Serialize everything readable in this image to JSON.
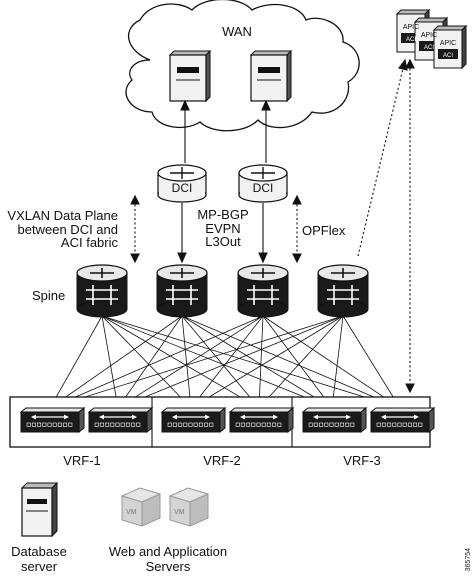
{
  "wan": {
    "label": "WAN"
  },
  "dci": {
    "router_label": "DCI"
  },
  "labels": {
    "vxlan": "VXLAN Data Plane\nbetween DCI and\nACI fabric",
    "mpbgp": "MP-BGP\nEVPN\nL3Out",
    "opflex": "OPFlex",
    "spine": "Spine"
  },
  "apic": {
    "label": "APIC",
    "sub_label": "ACI"
  },
  "vrfs": [
    "VRF-1",
    "VRF-2",
    "VRF-3"
  ],
  "captions": {
    "database": "Database\nserver",
    "web_app": "Web and Application\nServers"
  },
  "vm": {
    "label": "VM"
  },
  "figure_id": "365754",
  "colors": {
    "stroke": "#111111",
    "device_light": "#f2f2f2",
    "device_dark": "#1a1a1a",
    "vm_fill": "#d9d9d9"
  }
}
